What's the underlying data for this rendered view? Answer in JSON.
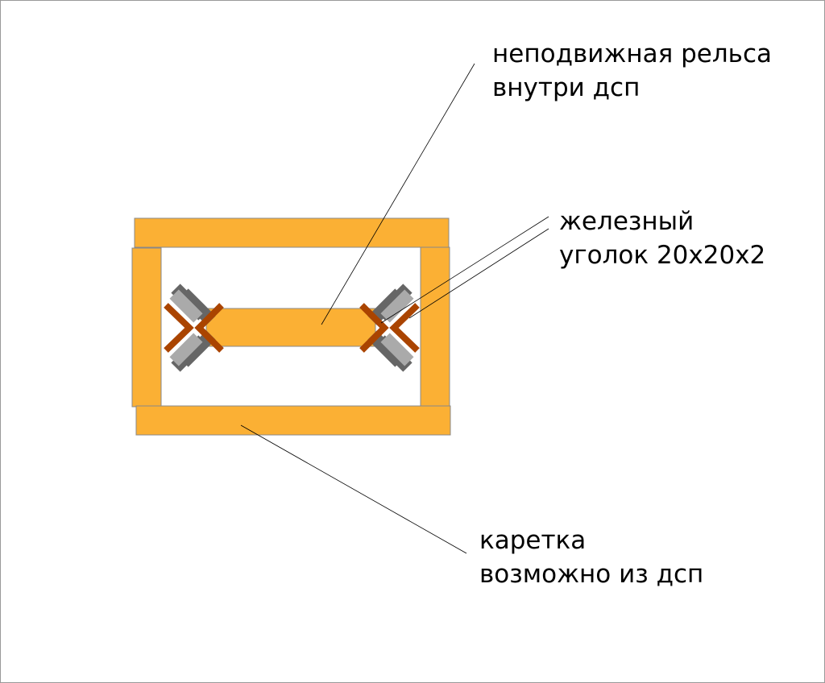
{
  "labels": {
    "rail": {
      "line1": "неподвижная рельса",
      "line2": "внутри дсп"
    },
    "angle": {
      "line1": "железный",
      "line2": "уголок 20x20x2"
    },
    "carriage": {
      "line1": "каретка",
      "line2": "возможно из дсп"
    }
  },
  "colors": {
    "wood": "#FBB034",
    "angle": "#AA4400",
    "bearing_light": "#AAAAAA",
    "bearing_dark": "#666666"
  }
}
